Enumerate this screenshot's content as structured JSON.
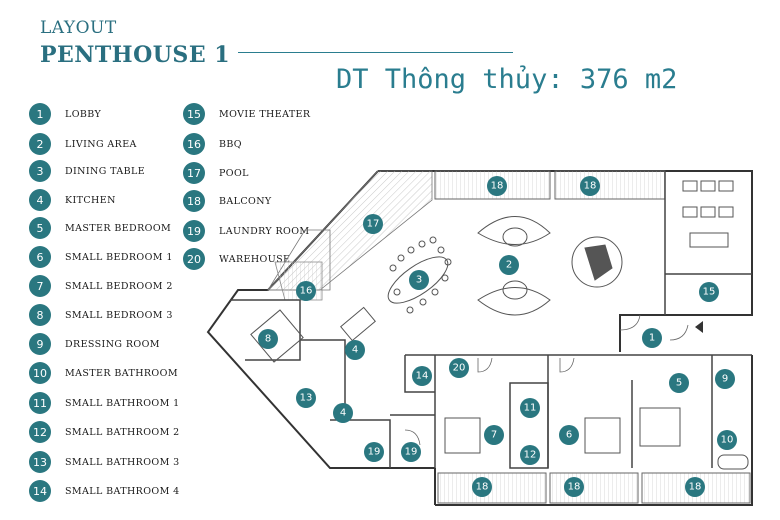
{
  "header": {
    "title_line1": "LAYOUT",
    "title_line2": "PENTHOUSE 1",
    "area_text": "DT Thông thủy: 376 m2"
  },
  "colors": {
    "accent": "#2a7780",
    "title": "#2a6f80",
    "wall": "#333333"
  },
  "legend": [
    {
      "num": "1",
      "label": "LOBBY"
    },
    {
      "num": "2",
      "label": "LIVING AREA"
    },
    {
      "num": "3",
      "label": "DINING TABLE"
    },
    {
      "num": "4",
      "label": "KITCHEN"
    },
    {
      "num": "5",
      "label": "MASTER BEDROOM"
    },
    {
      "num": "6",
      "label": "SMALL BEDROOM 1"
    },
    {
      "num": "7",
      "label": "SMALL BEDROOM 2"
    },
    {
      "num": "8",
      "label": "SMALL BEDROOM 3"
    },
    {
      "num": "9",
      "label": "DRESSING ROOM"
    },
    {
      "num": "10",
      "label": "MASTER BATHROOM"
    },
    {
      "num": "11",
      "label": "SMALL BATHROOM 1"
    },
    {
      "num": "12",
      "label": "SMALL BATHROOM 2"
    },
    {
      "num": "13",
      "label": "SMALL BATHROOM 3"
    },
    {
      "num": "14",
      "label": "SMALL BATHROOM 4"
    },
    {
      "num": "15",
      "label": "MOVIE THEATER"
    },
    {
      "num": "16",
      "label": "BBQ"
    },
    {
      "num": "17",
      "label": "POOL"
    },
    {
      "num": "18",
      "label": "BALCONY"
    },
    {
      "num": "19",
      "label": "LAUNDRY ROOM"
    },
    {
      "num": "20",
      "label": "WAREHOUSE"
    }
  ],
  "plan_markers": [
    "1",
    "2",
    "3",
    "4",
    "4",
    "5",
    "6",
    "7",
    "8",
    "9",
    "10",
    "11",
    "12",
    "13",
    "14",
    "15",
    "16",
    "17",
    "18",
    "18",
    "18",
    "18",
    "18",
    "19",
    "19",
    "20"
  ]
}
